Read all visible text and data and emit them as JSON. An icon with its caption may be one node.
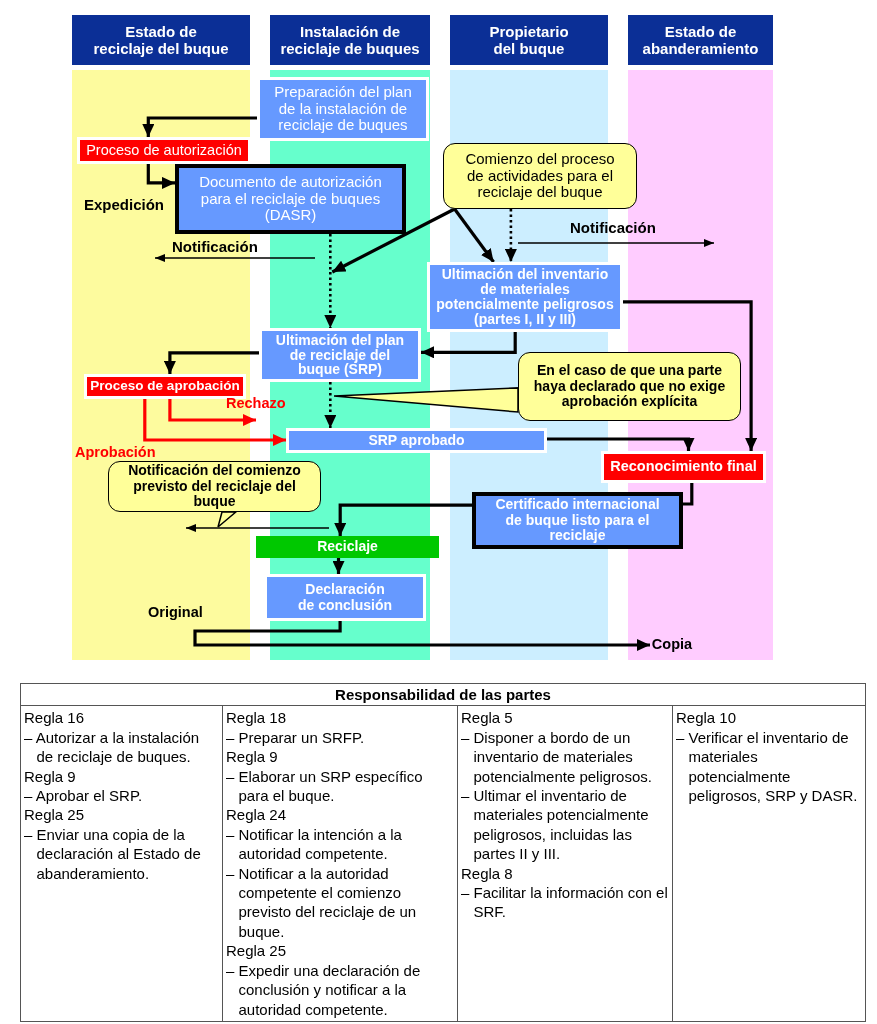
{
  "diagram": {
    "nodes": [
      {
        "text": [
          "Estado de reciclaje del buque"
        ]
      },
      {
        "text": [
          "Instalación de reciclaje de buques"
        ]
      },
      {
        "text": [
          "Propietario del buque"
        ]
      },
      {
        "text": [
          "Estado de abanderamiento"
        ]
      },
      {
        "text": [
          "Preparación del plan de la instalación de reciclaje de buques"
        ]
      },
      {
        "text": [
          "Proceso de autorización"
        ]
      },
      {
        "text": [
          "Documento de autorización para el reciclaje de buques (DASR)"
        ]
      },
      {
        "text": [
          "Comienzo del proceso de actividades para el reciclaje del buque"
        ]
      },
      {
        "text": [
          "Ultimación del inventario de materiales potencialmente peligrosos (partes I, II y III)"
        ]
      },
      {
        "text": [
          "Ultimación del plan de reciclaje del buque (SRP)"
        ]
      },
      {
        "text": [
          "Proceso de aprobación"
        ]
      },
      {
        "text": [
          "En el caso de que una parte haya declarado que no exige aprobación explícita"
        ]
      },
      {
        "text": [
          "SRP aprobado"
        ]
      },
      {
        "text": [
          "Reconocimiento final"
        ]
      },
      {
        "text": [
          "Notificación del comienzo previsto del reciclaje del buque"
        ]
      },
      {
        "text": [
          "Certificado internacional de buque listo para el reciclaje"
        ]
      },
      {
        "text": [
          "Reciclaje"
        ]
      },
      {
        "text": [
          "Declaración de conclusión"
        ]
      },
      {
        "text": [
          "Copia"
        ]
      }
    ],
    "edges": [
      {
        "from": 4,
        "to": 5,
        "arrow": "to"
      },
      {
        "from": 5,
        "to": 6,
        "arrow": "to"
      },
      {
        "from": 6,
        "to": 9,
        "arrow": "to",
        "style": "dashed"
      },
      {
        "from": 7,
        "to": 9,
        "arrow": "to"
      },
      {
        "from": 7,
        "to": 8,
        "arrow": "to"
      },
      {
        "from": 7,
        "to": 8,
        "arrow": "to",
        "style": "dashed"
      },
      {
        "from": 8,
        "to": 9,
        "arrow": "to"
      },
      {
        "from": 8,
        "to": 13,
        "arrow": "to"
      },
      {
        "from": 9,
        "to": 10,
        "arrow": "to"
      },
      {
        "from": 9,
        "to": 12,
        "arrow": "to",
        "style": "dashed"
      },
      {
        "from": 11,
        "to": null,
        "arrow": "none"
      },
      {
        "from": 10,
        "to": null,
        "arrow": "to",
        "label": "Rechazo",
        "color": "#ff0000"
      },
      {
        "from": 10,
        "to": 12,
        "arrow": "to",
        "label": "Aprobación",
        "color": "#ff0000"
      },
      {
        "from": 12,
        "to": 13,
        "arrow": "to"
      },
      {
        "from": 13,
        "to": 15,
        "arrow": "none"
      },
      {
        "from": 15,
        "to": 16,
        "arrow": "to"
      },
      {
        "from": 14,
        "to": null,
        "arrow": "none"
      },
      {
        "from": 16,
        "to": 17,
        "arrow": "to"
      },
      {
        "from": 17,
        "to": 18,
        "arrow": "to"
      }
    ],
    "labels": [
      "Expedición",
      "Notificación",
      "Notificación",
      "Original",
      "Responsabilidad de las partes",
      "Regla 16",
      "– Autorizar a la instalación de reciclaje de buques.",
      "Regla 9",
      "– Aprobar el SRP.",
      "Regla 25",
      "– Enviar una copia de la declaración al Estado de abanderamiento.",
      "Regla 18",
      "– Preparar un SRFP.",
      "Regla 9",
      "– Elaborar un SRP específico para el buque.",
      "Regla 24",
      "– Notificar la intención a la autoridad competente.",
      "– Notificar a la autoridad competente el comienzo previsto del reciclaje de un buque.",
      "Regla 25",
      "– Expedir una declaración de conclusión y notificar a la autoridad competente.",
      "Regla 5",
      "– Disponer a bordo de un inventario de materiales potencialmente peligrosos.",
      "– Ultimar el inventario de materiales potencialmente peligrosos, incluidas las partes II y III.",
      "Regla 8",
      "– Facilitar la información con el SRF.",
      "Regla 10",
      "– Verificar el inventario de materiales potencialmente peligrosos, SRP y DASR."
    ]
  }
}
